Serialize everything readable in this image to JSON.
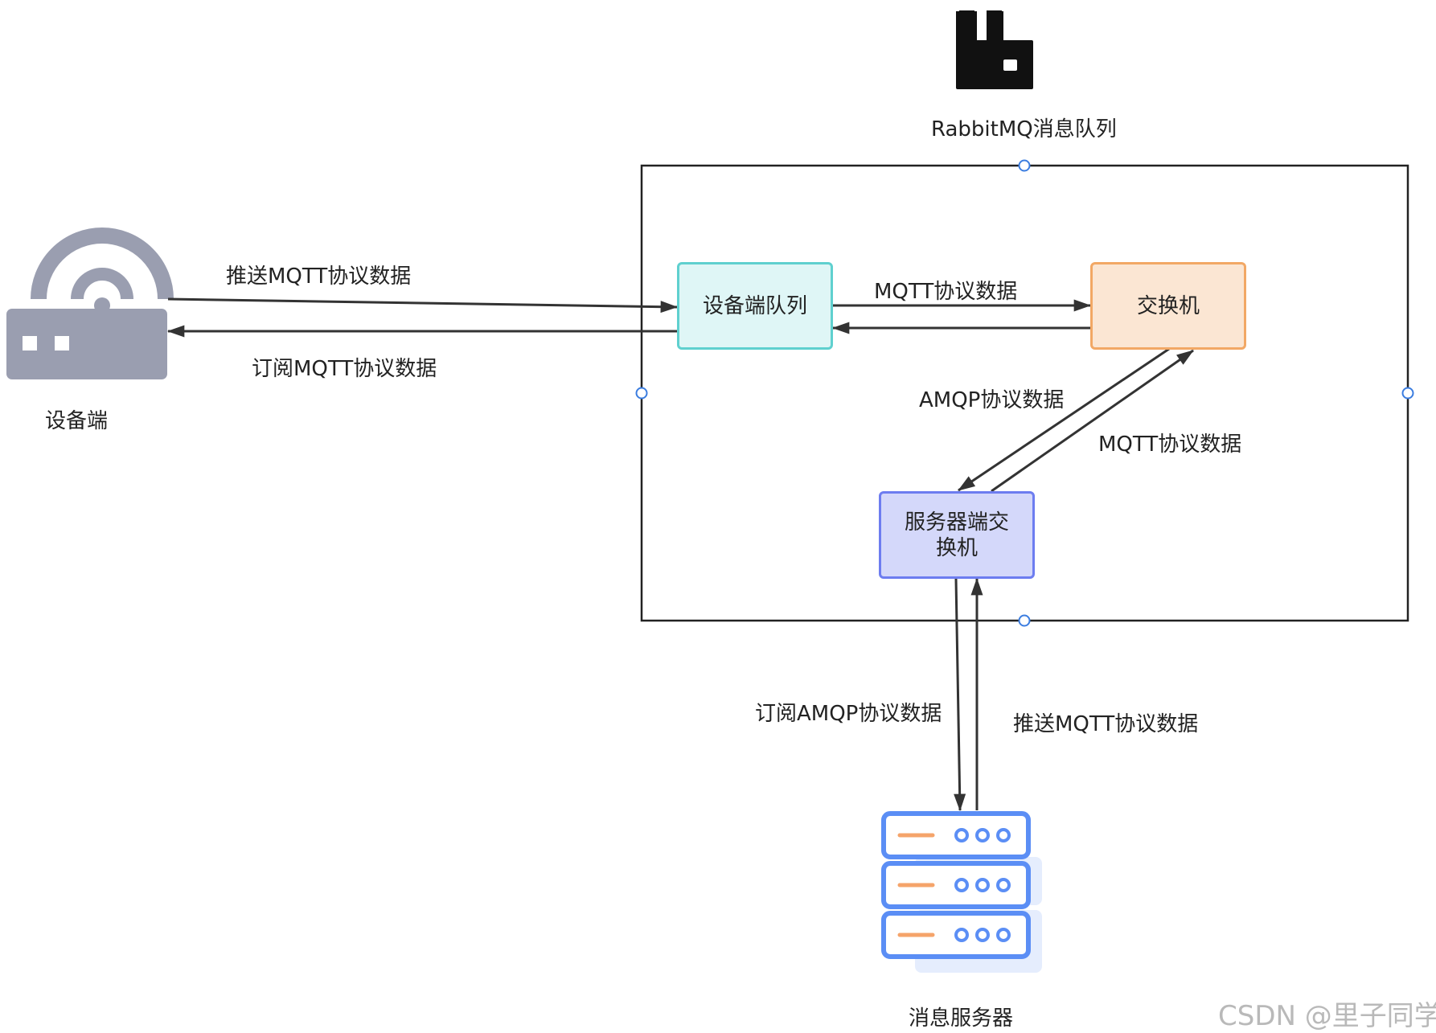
{
  "rabbitmq": {
    "label": "RabbitMQ消息队列",
    "icon": "rabbitmq-logo"
  },
  "device": {
    "label": "设备端",
    "icon": "router-icon",
    "color": "#9a9eb0"
  },
  "server": {
    "label": "消息服务器",
    "icon": "server-icon",
    "color": "#5b8ef5",
    "accent": "#f5a46a"
  },
  "nodes": {
    "device_queue": {
      "label": "设备端队列",
      "fill": "#dff6f6",
      "stroke": "#5fd0cf"
    },
    "exchange": {
      "label": "交换机",
      "fill": "#fbe6d3",
      "stroke": "#f2a865"
    },
    "server_exchange": {
      "label": "服务器端交换机",
      "fill": "#d4d8fa",
      "stroke": "#6d7df0"
    }
  },
  "edges": {
    "device_push": "推送MQTT协议数据",
    "device_subscribe": "订阅MQTT协议数据",
    "queue_to_exchange": "MQTT协议数据",
    "exchange_to_server_exchange": "AMQP协议数据",
    "server_exchange_to_exchange": "MQTT协议数据",
    "server_subscribe": "订阅AMQP协议数据",
    "server_push": "推送MQTT协议数据"
  },
  "watermark": "CSDN @里子同学"
}
